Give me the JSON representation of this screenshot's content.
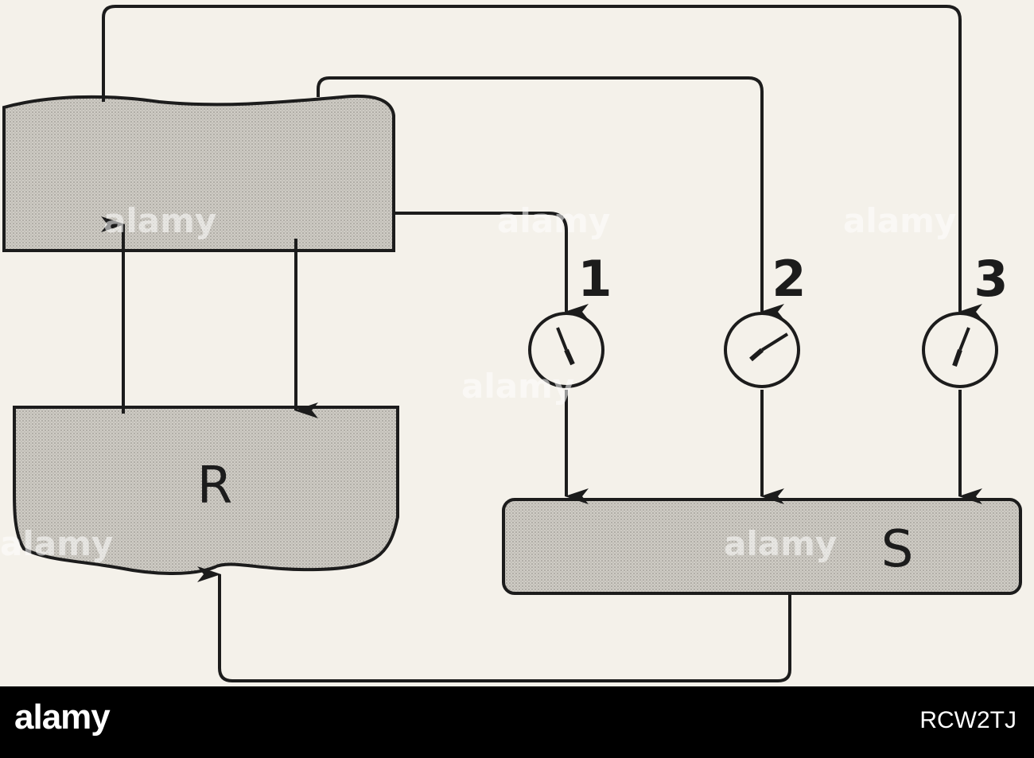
{
  "diagram": {
    "reservoir_label": "R",
    "sensor_labels": [
      "1",
      "2",
      "3"
    ],
    "stage_label": "S"
  },
  "watermarks": [
    "alamy",
    "alamy",
    "alamy",
    "alamy",
    "alamy",
    "alamy"
  ],
  "footer": {
    "brand": "alamy",
    "stock_id": "RCW2TJ"
  },
  "colors": {
    "background": "#f4f1ea",
    "ink": "#1c1c1c",
    "fill": "#c9c6c0",
    "footer_bg": "#000000"
  }
}
